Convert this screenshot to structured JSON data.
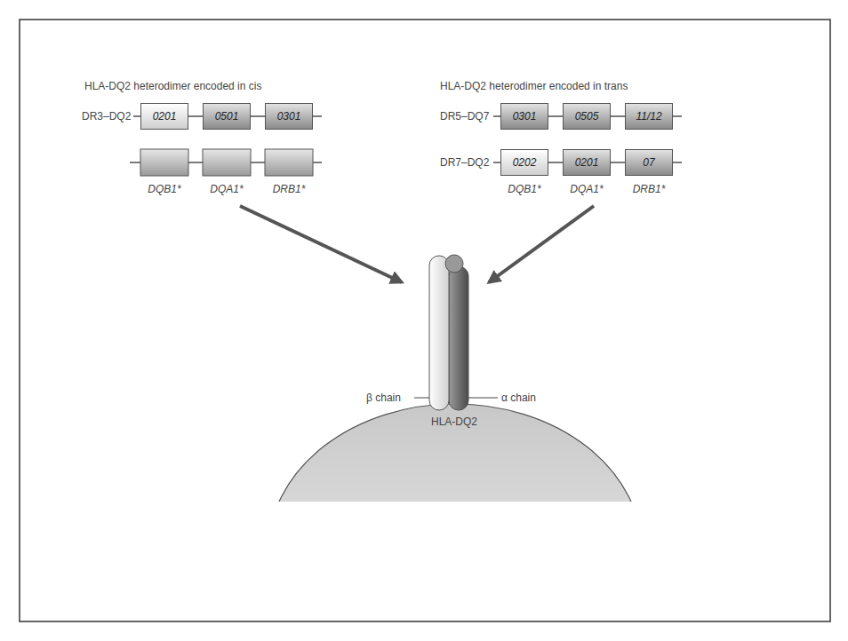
{
  "diagram": {
    "nodes": [
      {
        "text": [
          "0201"
        ]
      },
      {
        "text": [
          "0501"
        ]
      },
      {
        "text": [
          "0301"
        ]
      },
      {
        "text": [
          "0301"
        ]
      },
      {
        "text": [
          "0505"
        ]
      },
      {
        "text": [
          "11/12"
        ]
      },
      {
        "text": [
          "0202"
        ]
      },
      {
        "text": [
          "0201"
        ]
      },
      {
        "text": [
          "07"
        ]
      }
    ],
    "edges": [
      {
        "from": 0,
        "to": 1,
        "arrow": "none"
      },
      {
        "from": 1,
        "to": 2,
        "arrow": "none"
      },
      {
        "from": 3,
        "to": 4,
        "arrow": "none"
      },
      {
        "from": 4,
        "to": 5,
        "arrow": "none"
      },
      {
        "from": 6,
        "to": 7,
        "arrow": "none"
      },
      {
        "from": 7,
        "to": 8,
        "arrow": "none"
      }
    ],
    "labels": [
      "HLA-DQ2 heterodimer encoded in cis",
      "HLA-DQ2 heterodimer encoded in trans",
      "DR3–DQ2",
      "DQB1*",
      "DQA1*",
      "DRB1*",
      "DR5–DQ7",
      "DR7–DQ2",
      "DQB1*",
      "DQA1*",
      "DRB1*",
      "β chain",
      "α chain",
      "HLA-DQ2"
    ]
  }
}
